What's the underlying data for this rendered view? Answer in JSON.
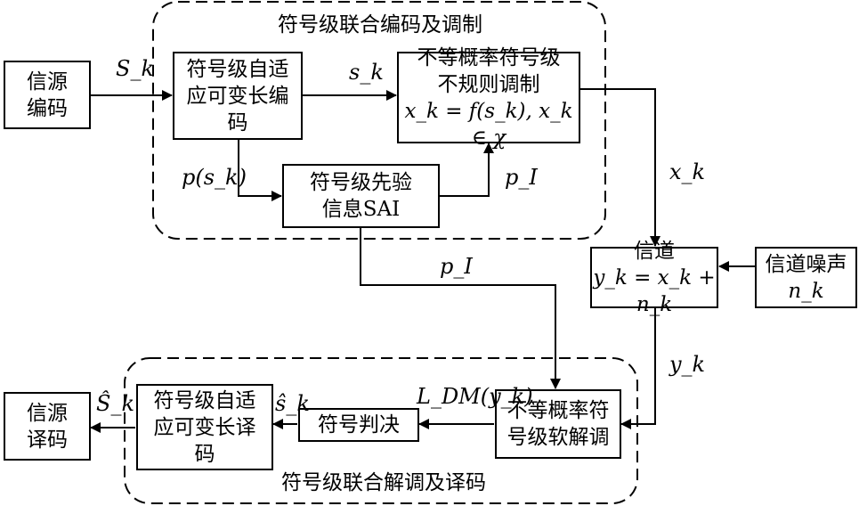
{
  "groups": {
    "encoder_title": "符号级联合编码及调制",
    "decoder_title": "符号级联合解调及译码"
  },
  "blocks": {
    "source_encoder": [
      "信源",
      "编码"
    ],
    "adaptive_encoder": [
      "符号级自适",
      "应可变长编",
      "码"
    ],
    "irregular_modulation": [
      "不等概率符号级",
      "不规则调制"
    ],
    "irregular_modulation_eq": "x_k = f(s_k), x_k ∈ χ",
    "sai": [
      "符号级先验",
      "信息SAI"
    ],
    "channel": "信道",
    "channel_eq": "y_k = x_k + n_k",
    "channel_noise": "信道噪声",
    "noise_symbol": "n_k",
    "soft_demodulator": [
      "不等概率符",
      "号级软解调"
    ],
    "symbol_decision": "符号判决",
    "adaptive_decoder": [
      "符号级自适",
      "应可变长译",
      "码"
    ],
    "source_decoder": [
      "信源",
      "译码"
    ]
  },
  "signals": {
    "S_k": "S_k",
    "s_k": "s_k",
    "p_s_k": "p(s_k)",
    "p_I_top": "p_I",
    "p_I_mid": "p_I",
    "x_k": "x_k",
    "y_k": "y_k",
    "L_DM": "L_DM(y_k)",
    "s_hat_k": "ŝ_k",
    "S_hat_k": "Ŝ_k"
  }
}
